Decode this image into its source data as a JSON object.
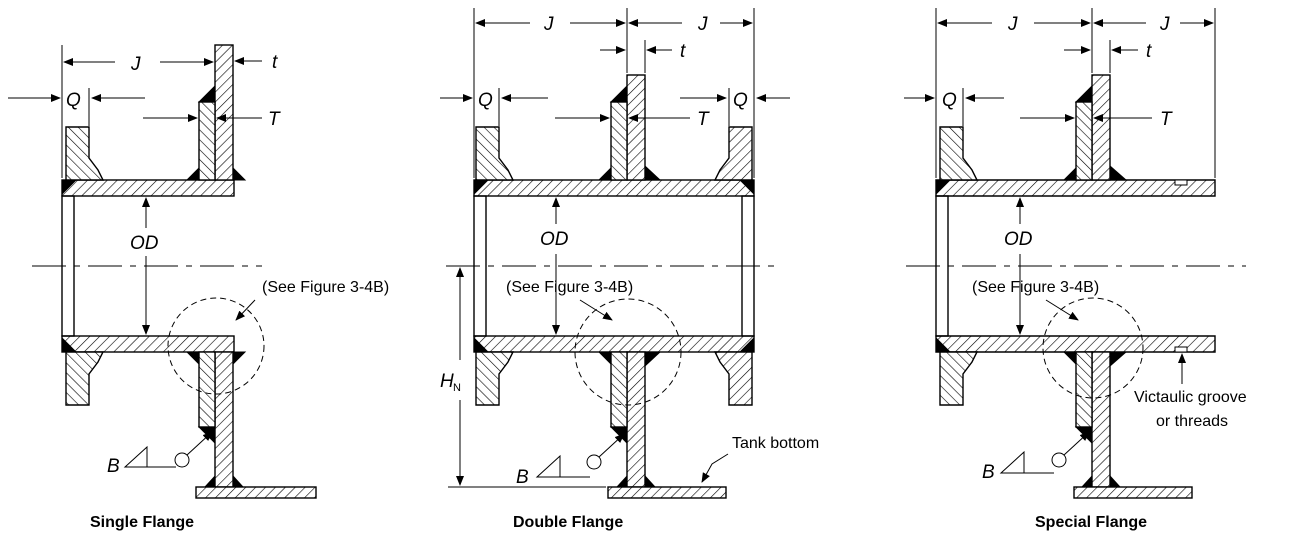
{
  "labels": {
    "J": "J",
    "t": "t",
    "Q": "Q",
    "T": "T",
    "OD": "OD",
    "HN_main": "H",
    "HN_sub": "N",
    "B": "B"
  },
  "notes": {
    "see_figure": "(See Figure 3-4B)",
    "tank_bottom": "Tank bottom",
    "victaulic_line1": "Victaulic groove",
    "victaulic_line2": "or threads"
  },
  "captions": {
    "single": "Single Flange",
    "double": "Double Flange",
    "special": "Special Flange"
  }
}
